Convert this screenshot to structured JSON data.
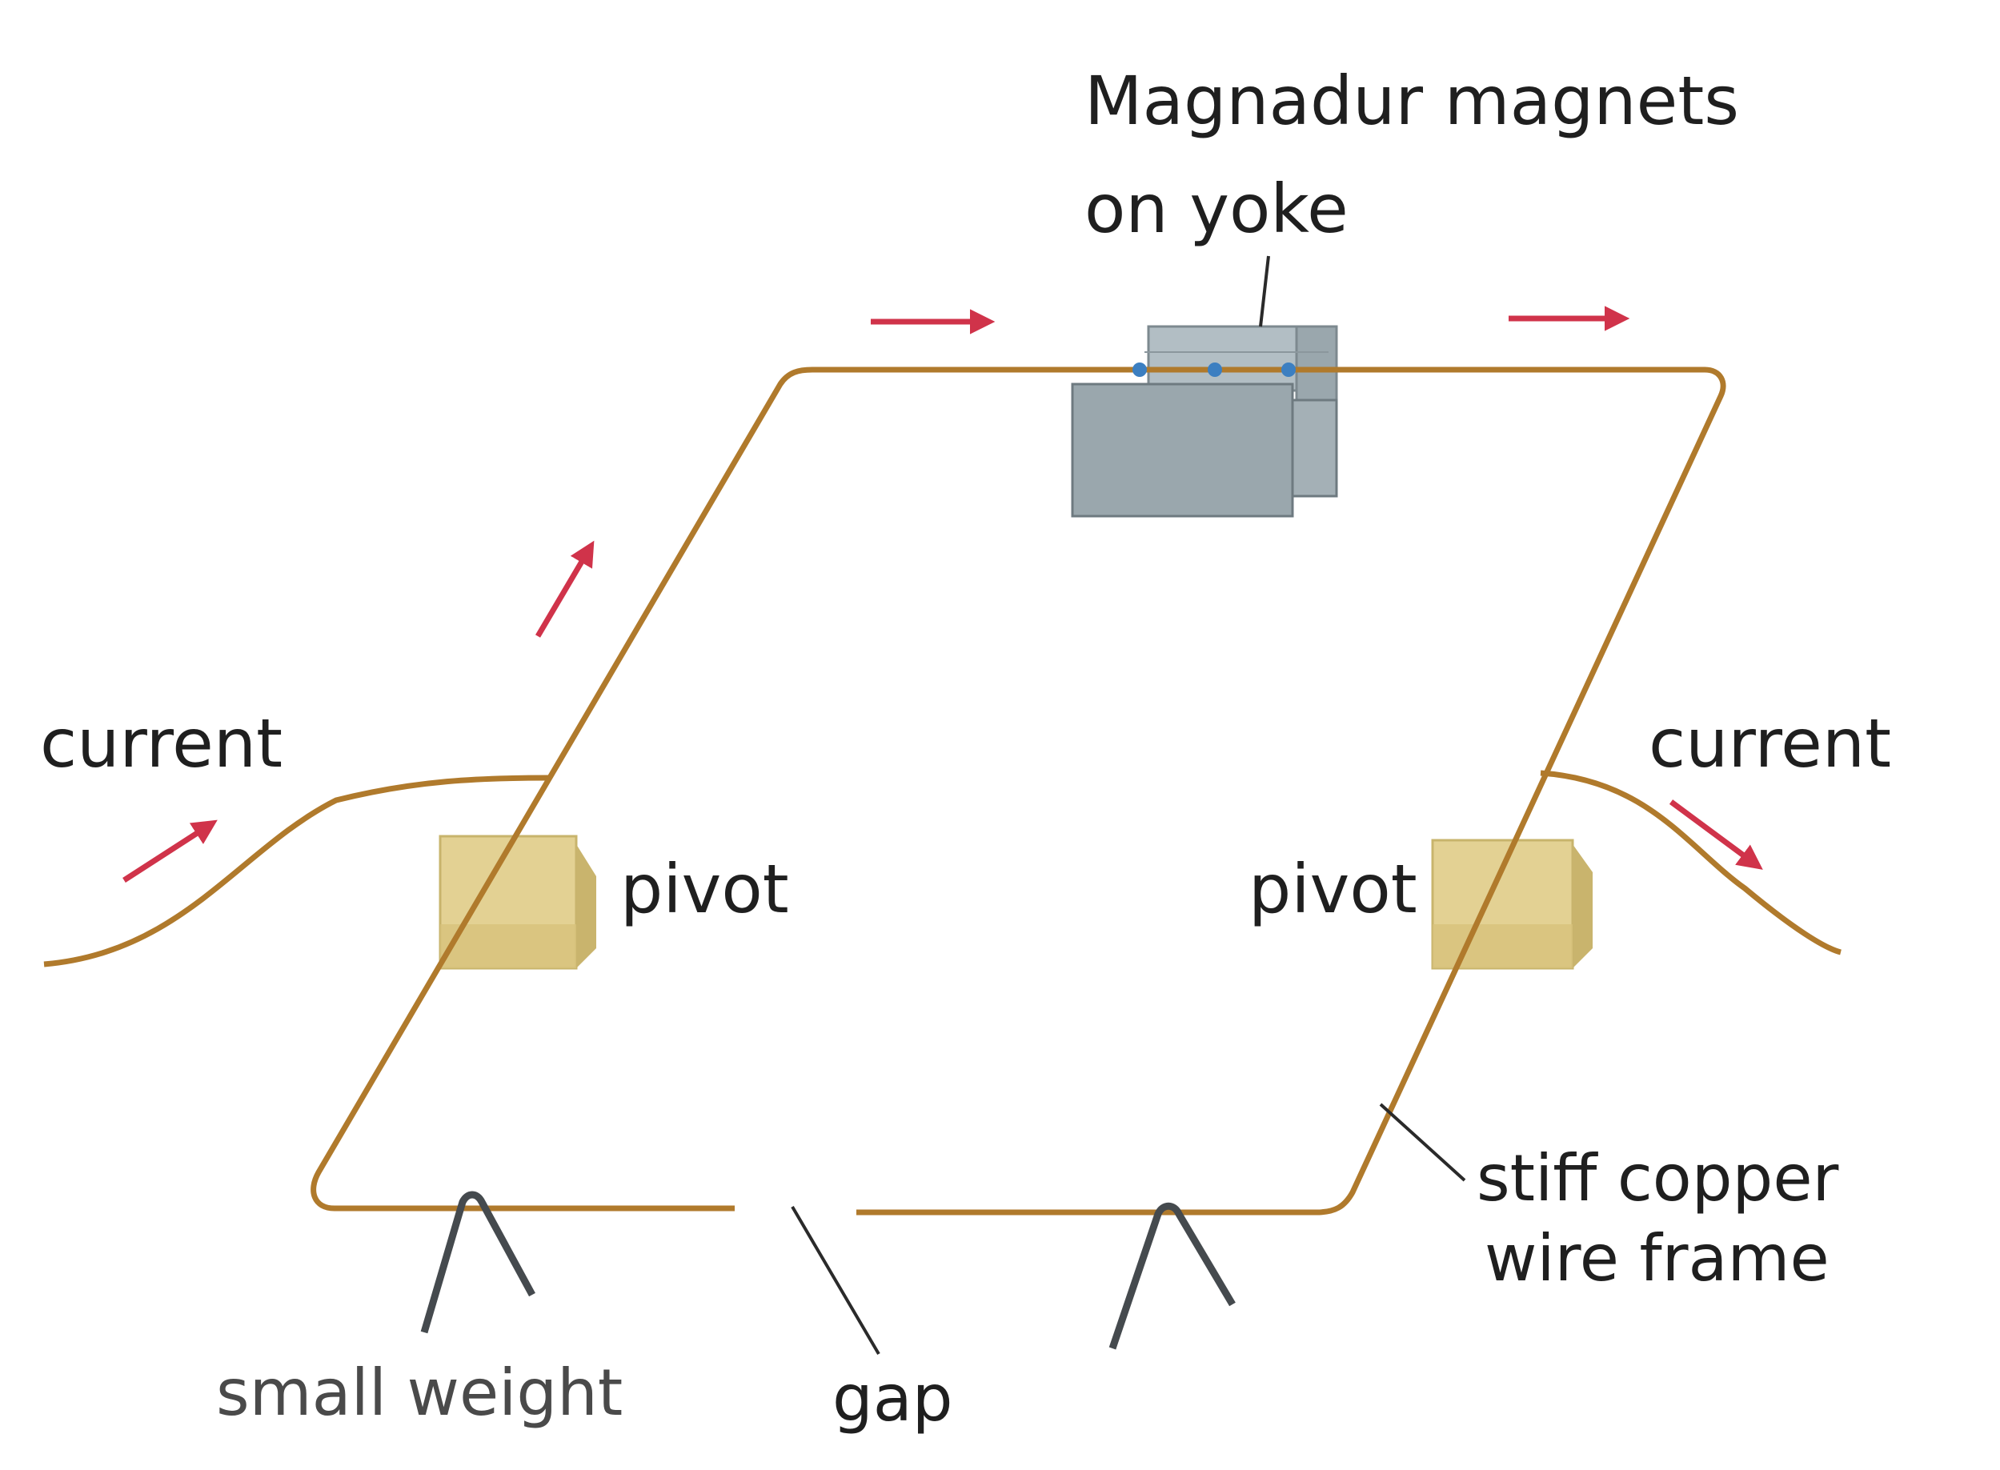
{
  "labels": {
    "magnets_line1": "Magnadur magnets",
    "magnets_line2": "on yoke",
    "current_left": "current",
    "current_right": "current",
    "pivot_left": "pivot",
    "pivot_right": "pivot",
    "frame_line1": "stiff copper",
    "frame_line2": "wire frame",
    "small_weight": "small weight",
    "gap": "gap"
  },
  "colors": {
    "wire": "#b07a2c",
    "arrow": "#d0334a",
    "magnet": "#9aa7ad",
    "pivot": "#e3d193",
    "weight": "#454a4e",
    "text": "#1f1f1f"
  }
}
